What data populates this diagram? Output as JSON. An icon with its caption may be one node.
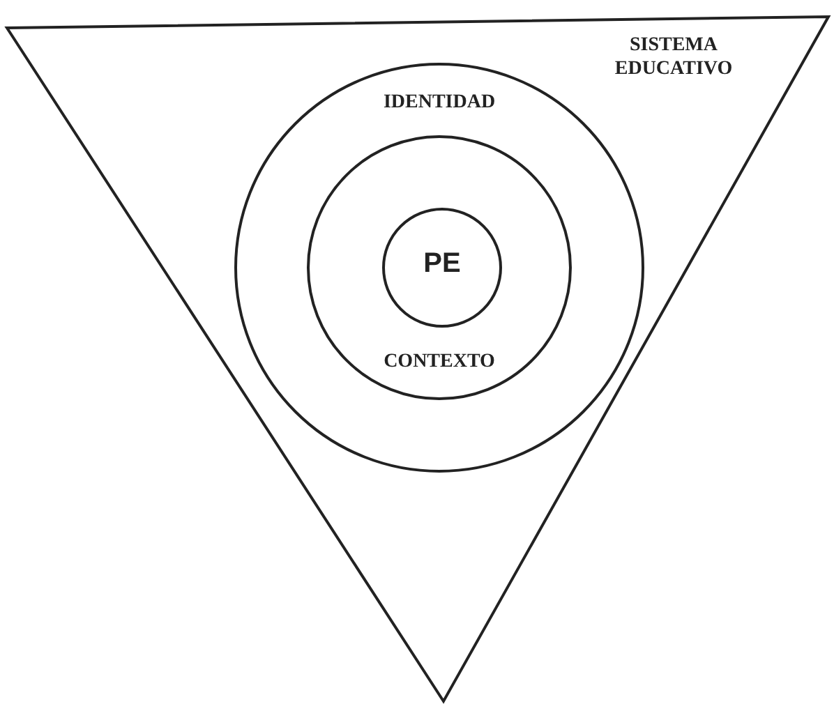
{
  "diagram": {
    "nodes": [
      {
        "text": [
          "SISTEMA EDUCATIVO"
        ]
      },
      {
        "text": [
          "IDENTIDAD"
        ],
        "in": 0
      },
      {
        "text": [
          "CONTEXTO"
        ],
        "in": 1
      },
      {
        "text": [
          "PE"
        ],
        "in": 2
      }
    ]
  }
}
